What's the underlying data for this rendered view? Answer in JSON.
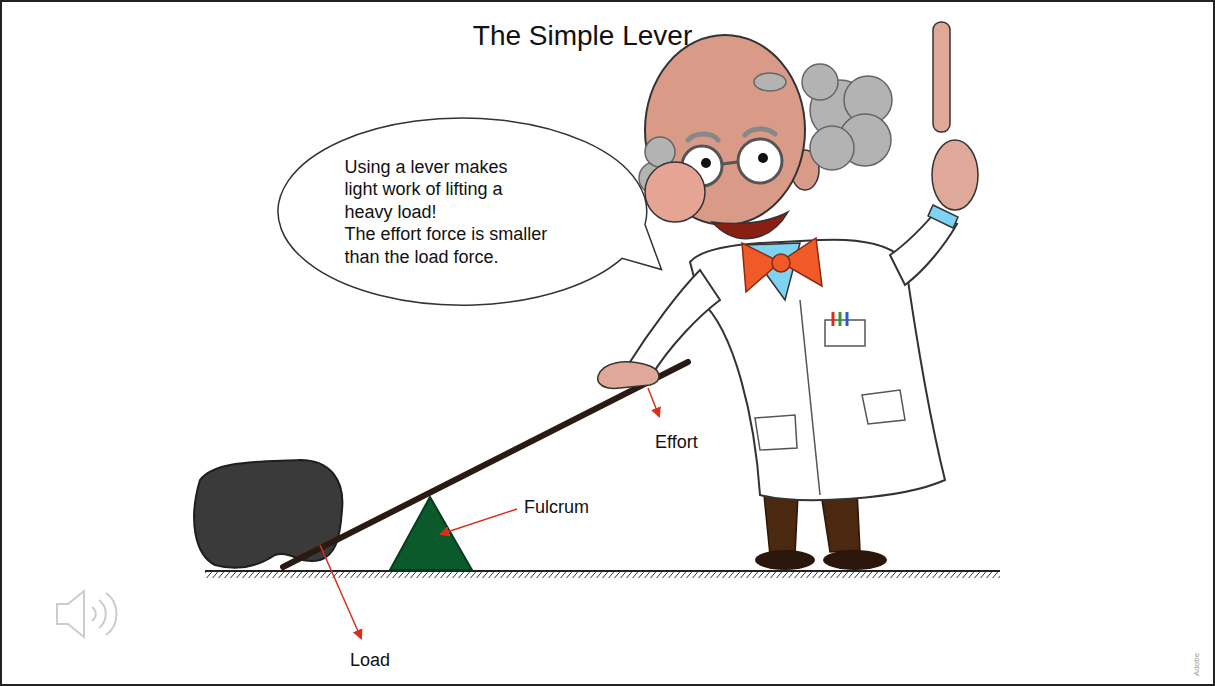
{
  "diagram": {
    "title": "The Simple Lever",
    "nodes": [
      {
        "text": [
          "Using a lever makes light work of lifting a heavy load!",
          "The effort force is smaller than the load force."
        ]
      }
    ],
    "labels": [
      "Effort",
      "Fulcrum",
      "Load",
      "Adobe"
    ]
  }
}
